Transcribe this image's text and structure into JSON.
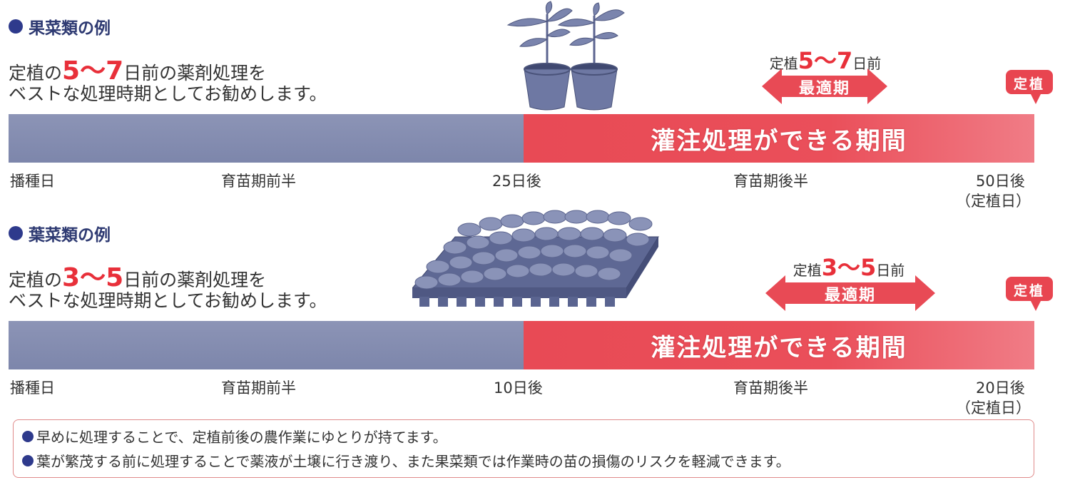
{
  "fruit": {
    "title": "果菜類の例",
    "lead_pre": "定植の",
    "lead_num": "5～7",
    "lead_post": "日前の薬剤処理を",
    "lead2": "ベストな処理時期としてお勧めします。",
    "timing_pre": "定植",
    "timing_num": "5～7",
    "timing_post": "日前",
    "arrow_label": "最適期",
    "badge": "定植",
    "bar_label": "灌注処理ができる期間",
    "ticks": {
      "start": "播種日",
      "first_half": "育苗期前半",
      "mid": "25日後",
      "second_half": "育苗期後半",
      "end": "50日後",
      "end_sub": "（定植日）"
    }
  },
  "leaf": {
    "title": "葉菜類の例",
    "lead_pre": "定植の",
    "lead_num": "3～5",
    "lead_post": "日前の薬剤処理を",
    "lead2": "ベストな処理時期としてお勧めします。",
    "timing_pre": "定植",
    "timing_num": "3～5",
    "timing_post": "日前",
    "arrow_label": "最適期",
    "badge": "定植",
    "bar_label": "灌注処理ができる期間",
    "ticks": {
      "start": "播種日",
      "first_half": "育苗期前半",
      "mid": "10日後",
      "second_half": "育苗期後半",
      "end": "20日後",
      "end_sub": "（定植日）"
    }
  },
  "notes": [
    "早めに処理することで、定植前後の農作業にゆとりが持てます。",
    "葉が繁茂する前に処理することで薬液が土壌に行き渡り、また果菜類では作業時の苗の損傷のリスクを軽減できます。"
  ],
  "colors": {
    "gray_bar": "#8c94b6",
    "red_bar": "#e84a55",
    "accent_red": "#e8303a",
    "bullet_navy": "#2e3a8c"
  },
  "icons": {
    "fruit_illustration": "potted-seedlings-icon",
    "leaf_illustration": "seedling-tray-icon"
  }
}
